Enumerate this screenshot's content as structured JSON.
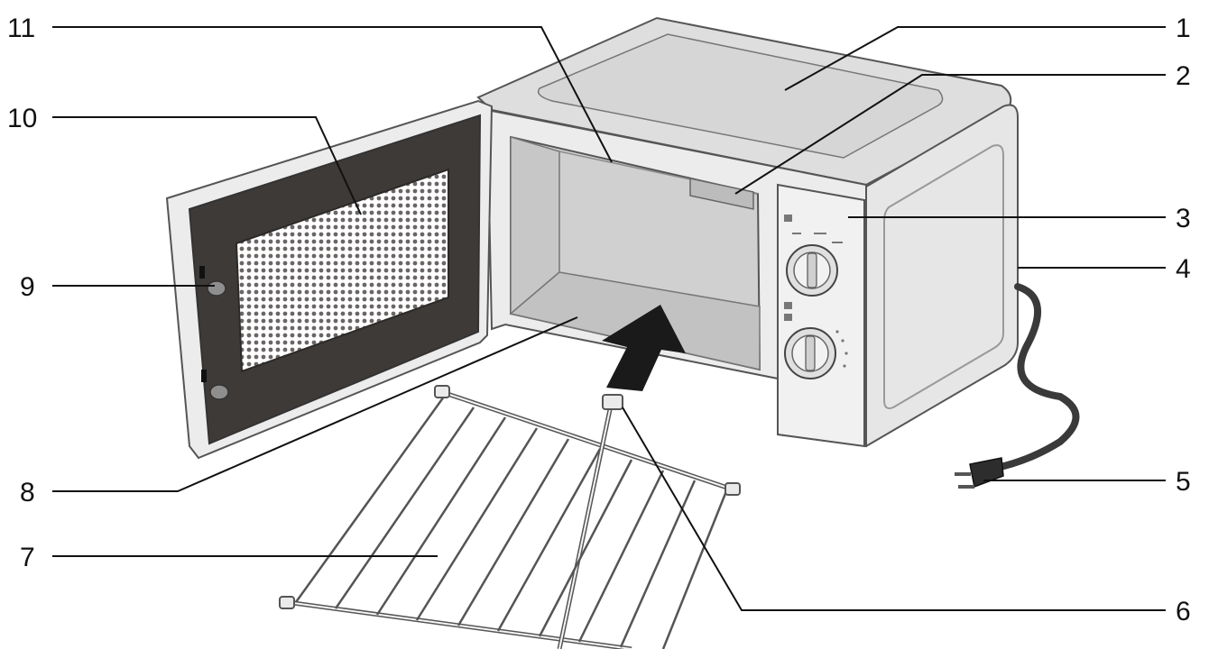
{
  "diagram": {
    "subject": "microwave oven with grill rack",
    "callouts": [
      {
        "number": "1"
      },
      {
        "number": "2"
      },
      {
        "number": "3"
      },
      {
        "number": "4"
      },
      {
        "number": "5"
      },
      {
        "number": "6"
      },
      {
        "number": "7"
      },
      {
        "number": "8"
      },
      {
        "number": "9"
      },
      {
        "number": "10"
      },
      {
        "number": "11"
      }
    ]
  },
  "colors": {
    "outline": "#555555",
    "body": "#e9e9e9",
    "top": "#dcdcdc",
    "cavity": "#cfcfcf",
    "door_dark": "#3e3a38",
    "mesh": "#6a6665",
    "arrow": "#1a1a1a",
    "cord": "#3a3a3a",
    "leader": "#111111"
  }
}
